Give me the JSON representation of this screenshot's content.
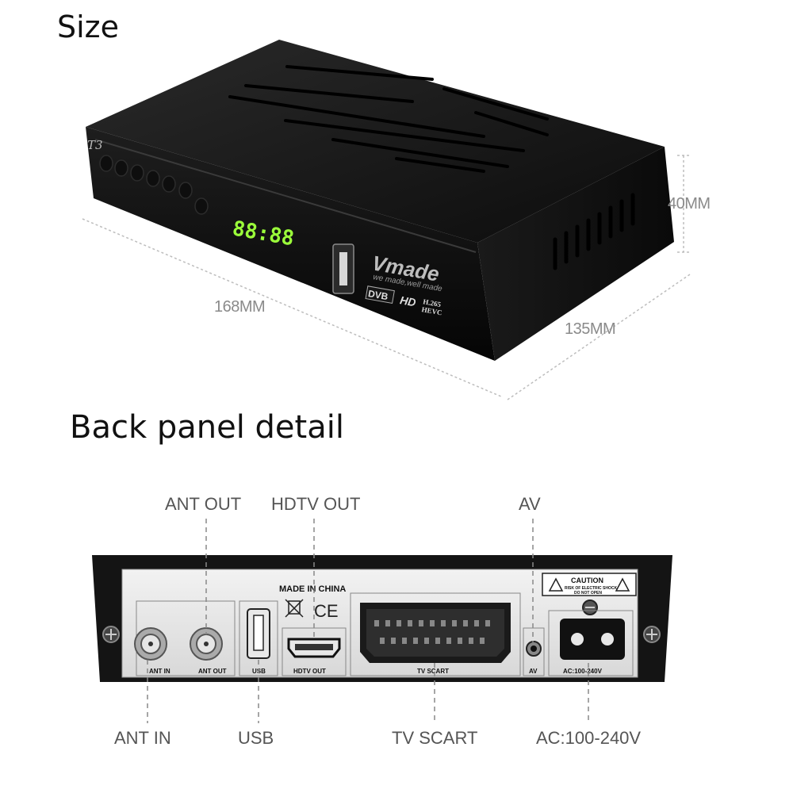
{
  "headings": {
    "size": "Size",
    "back_panel": "Back panel detail"
  },
  "dimensions": {
    "height": "40MM",
    "length": "168MM",
    "depth": "135MM"
  },
  "front_panel": {
    "model_badge": "T3",
    "display": "88:88",
    "brand": "Vmade",
    "slogan": "we made,well made",
    "logo_dvb": "DVB",
    "logo_hd": "HD",
    "logo_codec": "H.265",
    "logo_hevc": "HEVC"
  },
  "back_panel": {
    "made_in": "MADE IN CHINA",
    "ce_mark": "CE",
    "caution": "CAUTION",
    "caution_line1": "RISK OF ELECTRIC SHOCK",
    "caution_line2": "DO NOT OPEN",
    "port_labels": {
      "ant_in": "ANT IN",
      "ant_out": "ANT OUT",
      "usb": "USB",
      "hdtv_out": "HDTV OUT",
      "tv_scart": "TV SCART",
      "av": "AV",
      "ac": "AC:100-240V"
    }
  },
  "callouts": {
    "ant_out": "ANT OUT",
    "hdtv_out": "HDTV OUT",
    "av": "AV",
    "ant_in": "ANT IN",
    "usb": "USB",
    "tv_scart": "TV SCART",
    "ac": "AC:100-240V"
  },
  "colors": {
    "display_green": "#9bff3a",
    "box_black": "#151515",
    "panel_silver": "#e9e9e9"
  }
}
